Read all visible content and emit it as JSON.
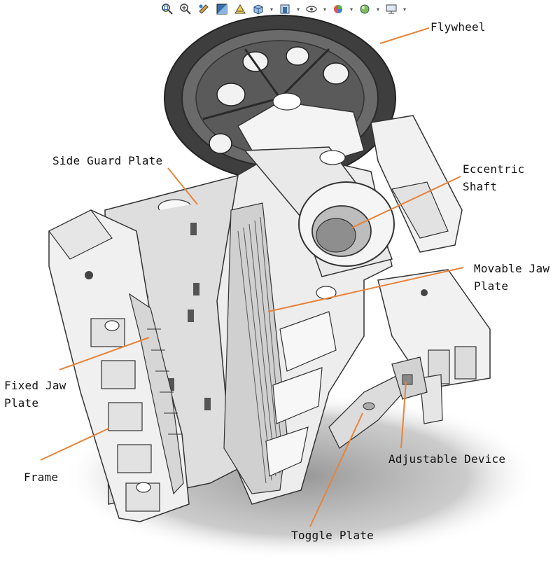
{
  "toolbar": {
    "icons": [
      "zoom-to-fit-icon",
      "zoom-area-icon",
      "previous-view-icon",
      "section-view-icon",
      "dynamic-annotation-icon",
      "view-orientation-icon",
      "display-style-icon",
      "hide-show-items-icon",
      "edit-appearance-icon",
      "apply-scene-icon",
      "view-settings-icon"
    ]
  },
  "colors": {
    "leader": "#e8833a",
    "part_fill": "#eeeeee",
    "part_stroke": "#3a3a3a",
    "flywheel": "#4a4a4a",
    "shadow": "#9a9a9a"
  },
  "labels": {
    "flywheel": "Flywheel",
    "side_guard_plate": "Side Guard Plate",
    "eccentric_shaft_line1": "Eccentric",
    "eccentric_shaft_line2": "Shaft",
    "movable_jaw_plate_line1": "Movable Jaw",
    "movable_jaw_plate_line2": "Plate",
    "fixed_jaw_plate_line1": "Fixed Jaw",
    "fixed_jaw_plate_line2": "Plate",
    "frame": "Frame",
    "adjustable_device": "Adjustable Device",
    "toggle_plate": "Toggle Plate"
  }
}
